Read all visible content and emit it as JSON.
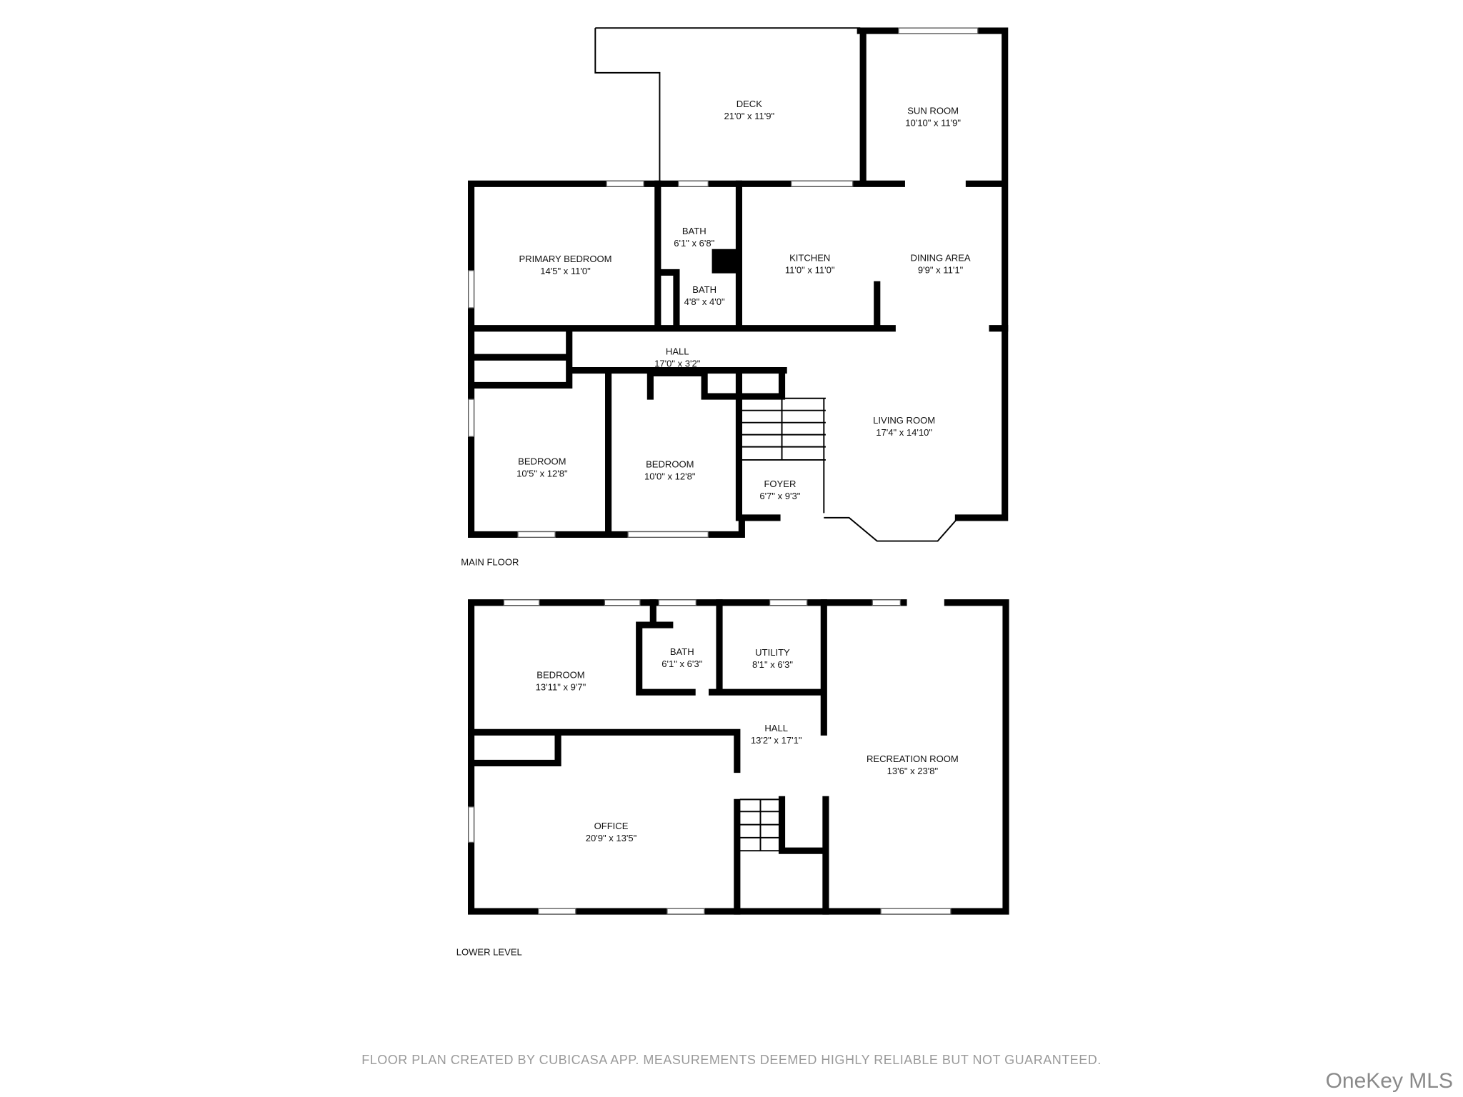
{
  "main_floor": {
    "title": "MAIN FLOOR",
    "rooms": [
      {
        "name": "DECK",
        "size": "21'0\" x 11'9\""
      },
      {
        "name": "SUN ROOM",
        "size": "10'10\" x 11'9\""
      },
      {
        "name": "PRIMARY BEDROOM",
        "size": "14'5\" x 11'0\""
      },
      {
        "name": "BATH",
        "size": "6'1\" x 6'8\""
      },
      {
        "name": "BATH",
        "size": "4'8\" x 4'0\""
      },
      {
        "name": "KITCHEN",
        "size": "11'0\" x 11'0\""
      },
      {
        "name": "DINING AREA",
        "size": "9'9\" x 11'1\""
      },
      {
        "name": "HALL",
        "size": "17'0\" x 3'2\""
      },
      {
        "name": "LIVING ROOM",
        "size": "17'4\" x 14'10\""
      },
      {
        "name": "BEDROOM",
        "size": "10'5\" x 12'8\""
      },
      {
        "name": "BEDROOM",
        "size": "10'0\" x 12'8\""
      },
      {
        "name": "FOYER",
        "size": "6'7\" x 9'3\""
      }
    ]
  },
  "lower_level": {
    "title": "LOWER LEVEL",
    "rooms": [
      {
        "name": "BEDROOM",
        "size": "13'11\" x 9'7\""
      },
      {
        "name": "BATH",
        "size": "6'1\" x 6'3\""
      },
      {
        "name": "UTILITY",
        "size": "8'1\" x 6'3\""
      },
      {
        "name": "HALL",
        "size": "13'2\" x 17'1\""
      },
      {
        "name": "RECREATION ROOM",
        "size": "13'6\" x 23'8\""
      },
      {
        "name": "OFFICE",
        "size": "20'9\" x 13'5\""
      }
    ]
  },
  "footer": "FLOOR PLAN CREATED BY CUBICASA APP. MEASUREMENTS DEEMED HIGHLY RELIABLE BUT NOT GUARANTEED.",
  "watermark": "OneKey MLS"
}
